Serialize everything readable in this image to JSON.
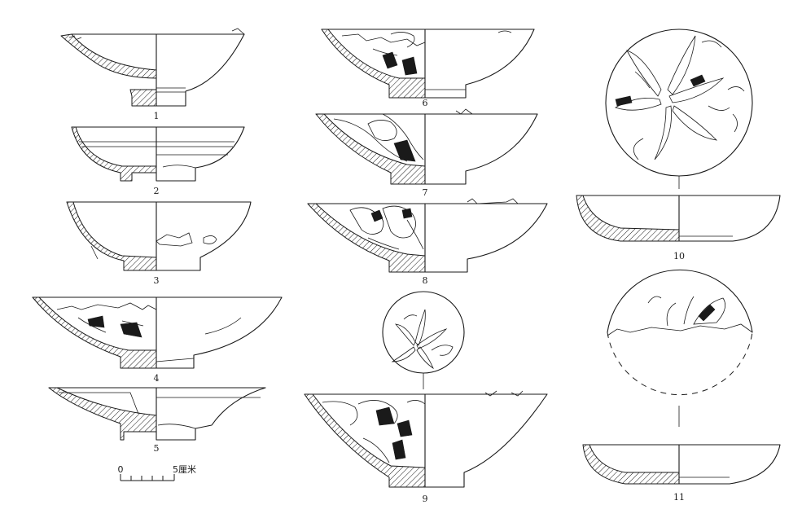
{
  "figure": {
    "labels": [
      "1",
      "2",
      "3",
      "4",
      "5",
      "6",
      "7",
      "8",
      "9",
      "10",
      "11"
    ],
    "scale_bar": {
      "start": "0",
      "end": "5厘米"
    }
  }
}
